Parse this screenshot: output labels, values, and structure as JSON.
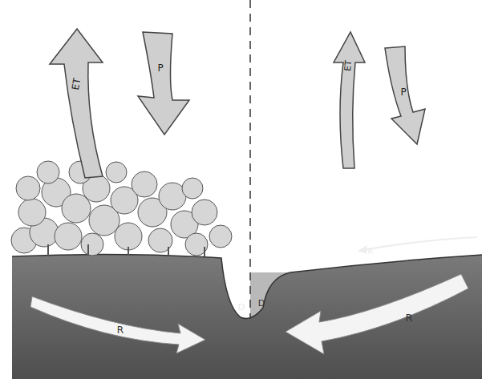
{
  "diagram": {
    "labels": [
      "ET",
      "P",
      "ET",
      "P",
      "R",
      "D",
      "D",
      "R",
      "R"
    ]
  }
}
